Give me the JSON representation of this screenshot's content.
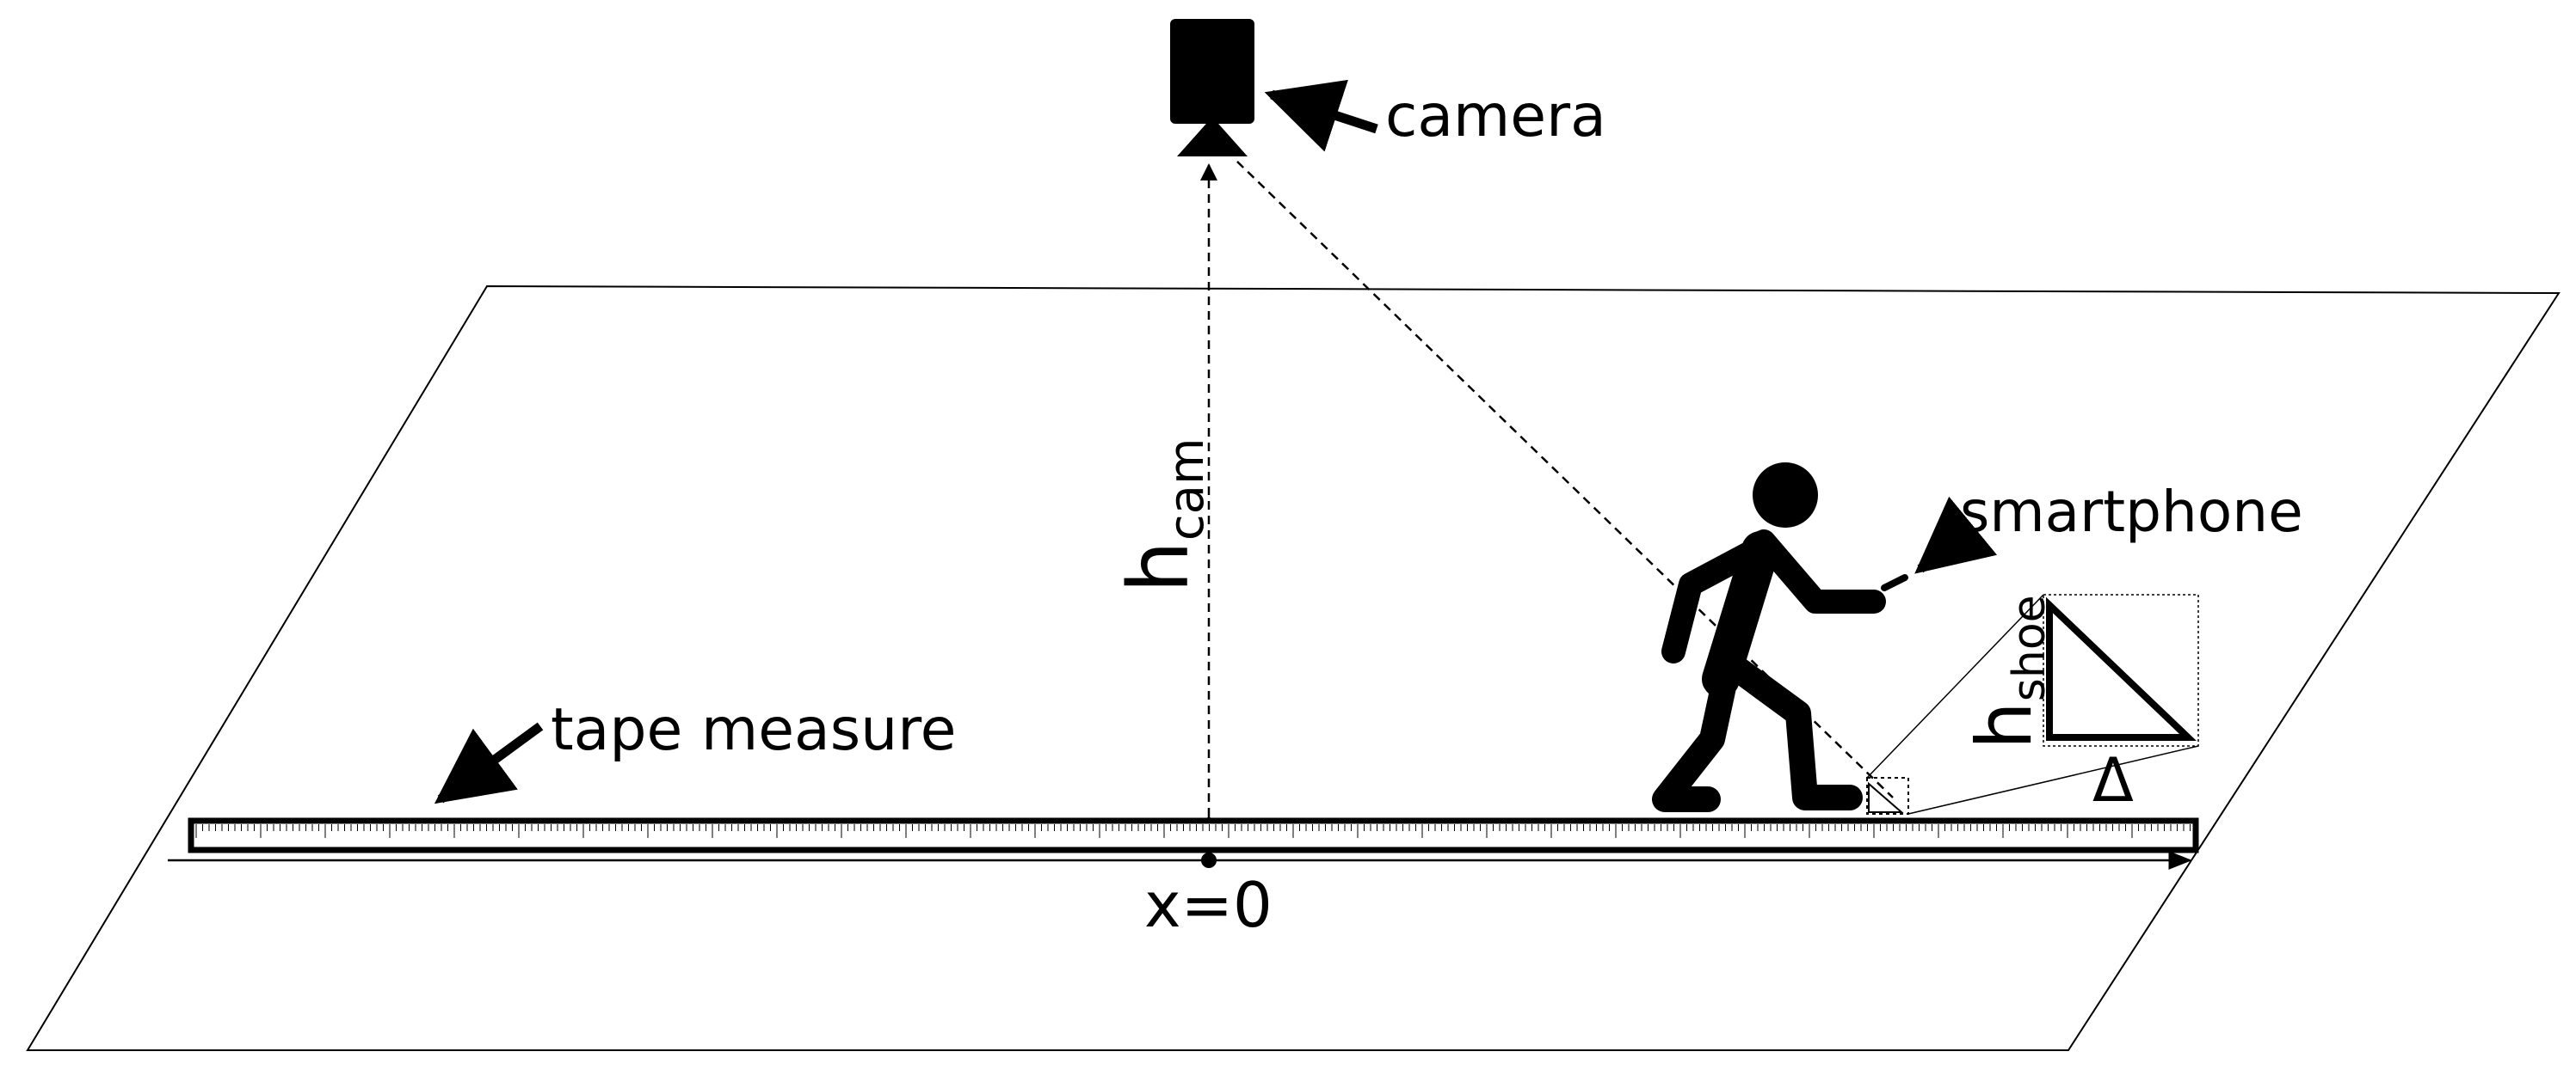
{
  "labels": {
    "camera": "camera",
    "smartphone": "smartphone",
    "tape_measure": "tape measure",
    "h": "h",
    "cam_subscript": "cam",
    "shoe_subscript": "shoe",
    "origin": "x=0",
    "delta": "Δ"
  },
  "icons": [
    "camera-icon",
    "walking-person-icon",
    "smartphone-icon",
    "tape-measure-icon"
  ]
}
